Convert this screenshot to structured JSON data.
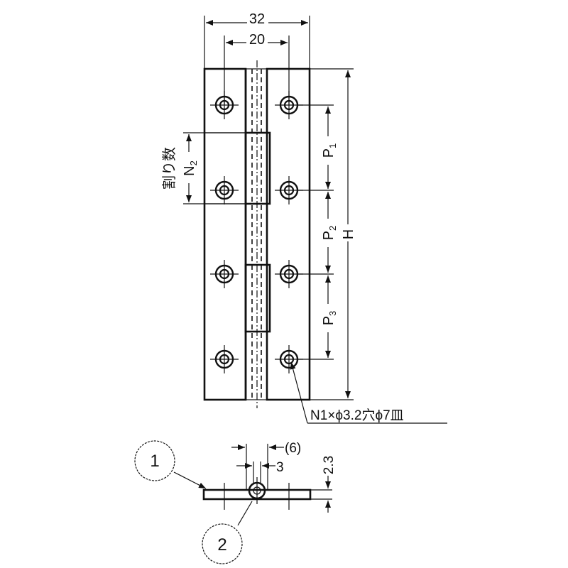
{
  "colors": {
    "plate": "#cbcbcb",
    "line": "#111111"
  },
  "dimensions": {
    "width_total": "32",
    "hole_spacing": "20",
    "height": "H",
    "pitch_1": "P",
    "pitch_1_sub": "1",
    "pitch_2": "P",
    "pitch_2_sub": "2",
    "pitch_3": "P",
    "pitch_3_sub": "3",
    "divisions_label": "割り数",
    "divisions": "N",
    "divisions_sub": "2",
    "knuckle_diameter": "(6)",
    "pin_diameter": "3",
    "thickness": "2.3"
  },
  "hole_callout": "N1×ϕ3.2穴ϕ7皿",
  "part_labels": [
    "1",
    "2"
  ]
}
